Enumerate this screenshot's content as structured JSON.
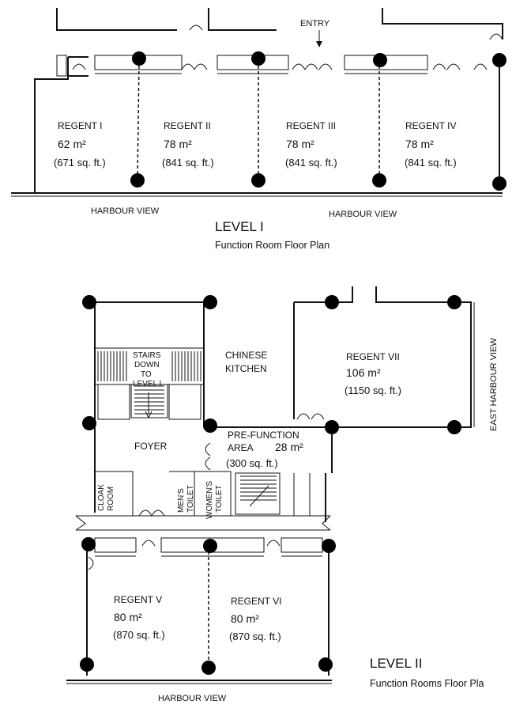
{
  "level1": {
    "entry": "ENTRY",
    "rooms": [
      {
        "name": "REGENT I",
        "area": "62 m²",
        "sqft": "(671 sq. ft.)"
      },
      {
        "name": "REGENT II",
        "area": "78 m²",
        "sqft": "(841 sq. ft.)"
      },
      {
        "name": "REGENT III",
        "area": "78 m²",
        "sqft": "(841 sq. ft.)"
      },
      {
        "name": "REGENT IV",
        "area": "78 m²",
        "sqft": "(841 sq. ft.)"
      }
    ],
    "harbour_left": "HARBOUR VIEW",
    "harbour_right": "HARBOUR VIEW",
    "title": "LEVEL I",
    "subtitle": "Function Room Floor Plan"
  },
  "level2": {
    "stairs": [
      "STAIRS",
      "DOWN",
      "TO",
      "LEVEL I"
    ],
    "kitchen": [
      "CHINESE",
      "KITCHEN"
    ],
    "regent7": {
      "name": "REGENT VII",
      "area": "106 m²",
      "sqft": "(1150 sq. ft.)"
    },
    "east_view": "EAST HARBOUR VIEW",
    "foyer": "FOYER",
    "prefunction": {
      "line1": "PRE-FUNCTION",
      "line2": "AREA",
      "area": "28 m²",
      "sqft": "(300 sq. ft.)"
    },
    "cloak": [
      "CLOAK",
      "ROOM"
    ],
    "mens": [
      "MEN'S",
      "TOILET"
    ],
    "womens": [
      "WOMEN'S",
      "TOILET"
    ],
    "regent5": {
      "name": "REGENT V",
      "area": "80 m²",
      "sqft": "(870 sq. ft.)"
    },
    "regent6": {
      "name": "REGENT VI",
      "area": "80 m²",
      "sqft": "(870 sq. ft.)"
    },
    "harbour": "HARBOUR VIEW",
    "title": "LEVEL II",
    "subtitle": "Function Rooms Floor Pla"
  }
}
